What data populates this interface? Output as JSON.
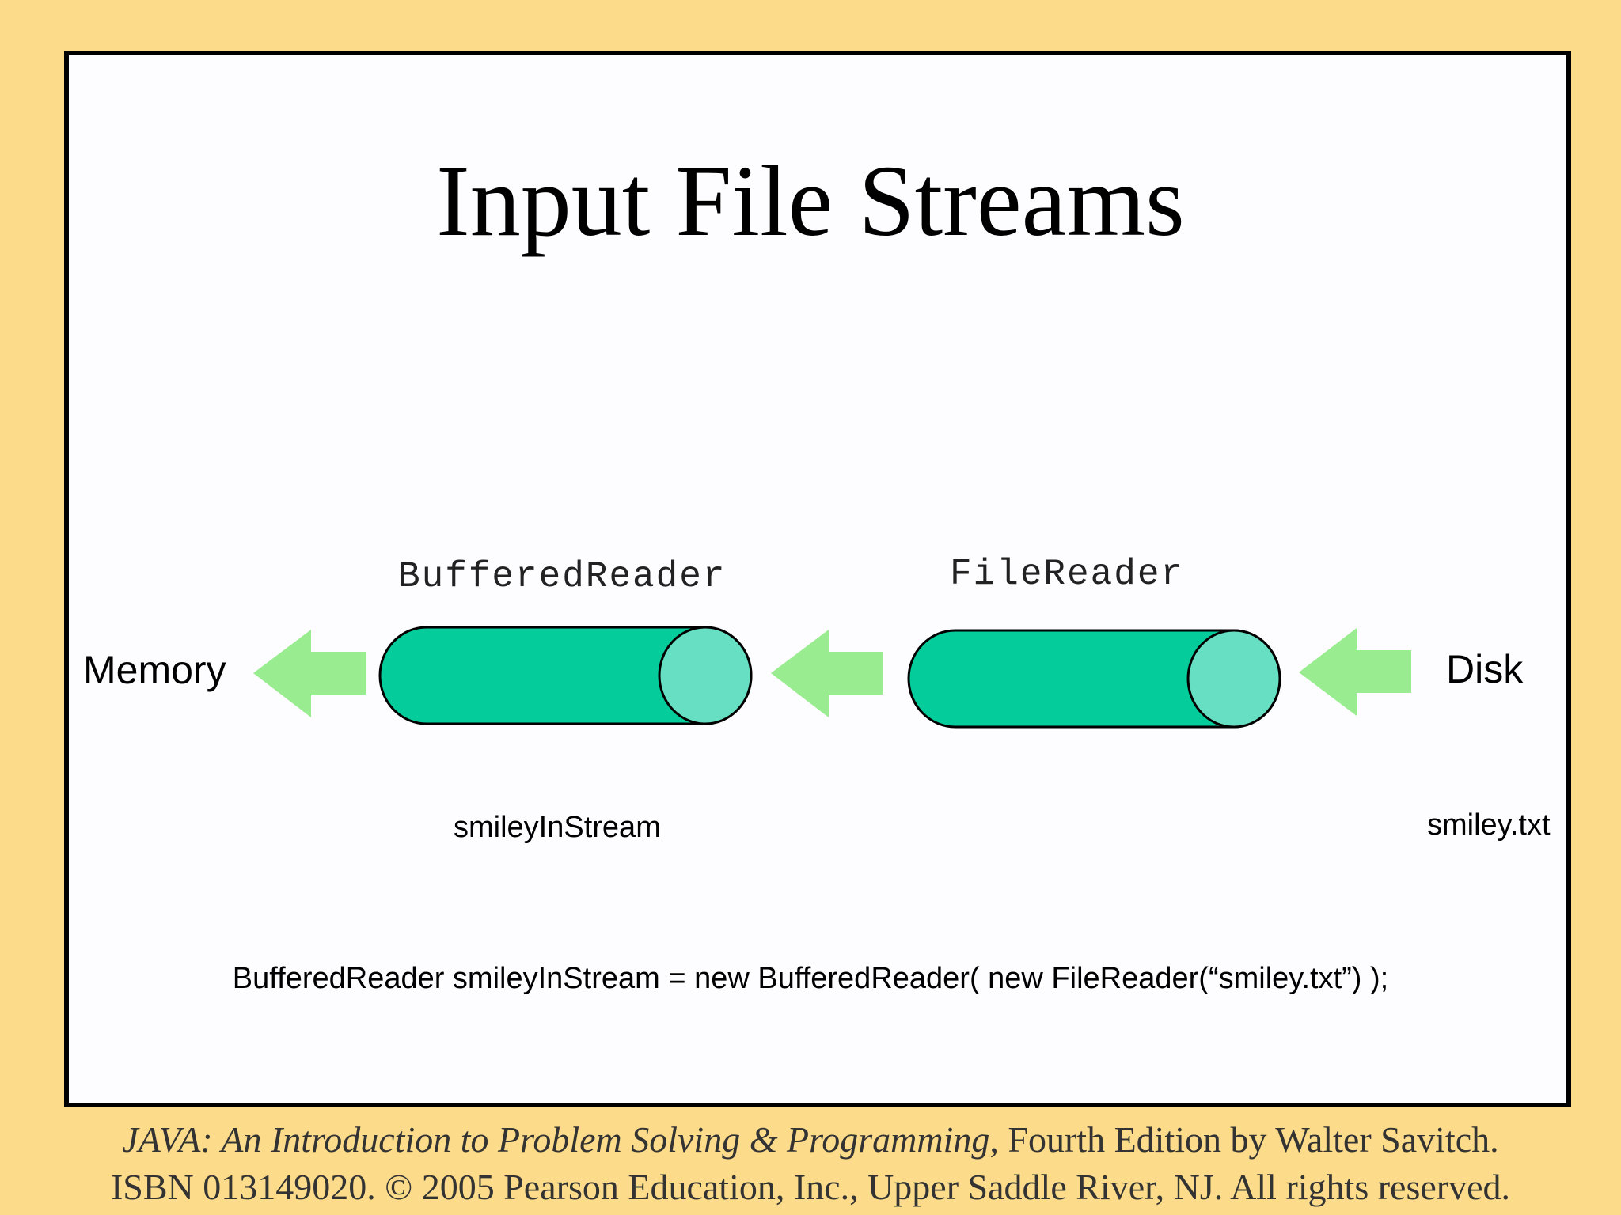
{
  "slide": {
    "title": "Input File Streams",
    "labels": {
      "buffered_reader": "BufferedReader",
      "file_reader": "FileReader",
      "memory": "Memory",
      "disk": "Disk",
      "stream_variable": "smileyInStream",
      "file_name": "smiley.txt"
    },
    "code": "BufferedReader smileyInStream = new BufferedReader( new FileReader(“smiley.txt”) );"
  },
  "footer": {
    "line1_italic": "JAVA: An Introduction to Problem Solving & Programming",
    "line1_rest": ", Fourth Edition by Walter Savitch.",
    "line2": "ISBN 013149020. © 2005 Pearson Education, Inc., Upper Saddle River, NJ. All rights reserved."
  },
  "colors": {
    "background": "#fcdc8a",
    "pipe_body": "#04cc9b",
    "pipe_end": "#67dfc3",
    "arrow": "#99ec8f"
  }
}
